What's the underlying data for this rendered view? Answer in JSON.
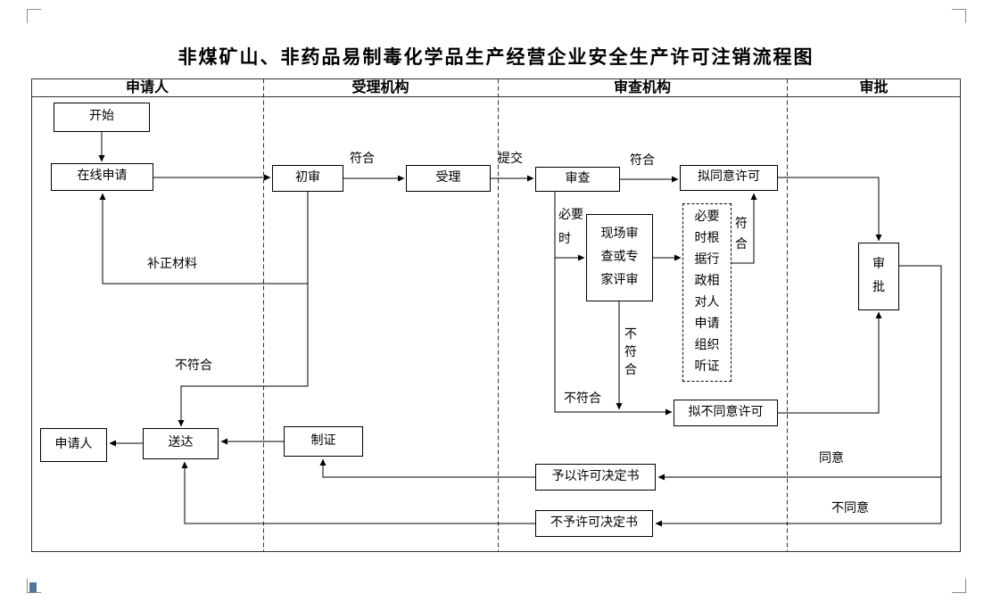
{
  "title": "非煤矿山、非药品易制毒化学品生产经营企业安全生产许可注销流程图",
  "lanes": [
    {
      "label": "申请人"
    },
    {
      "label": "受理机构"
    },
    {
      "label": "审查机构"
    },
    {
      "label": "审批"
    }
  ],
  "nodes": {
    "start": "开始",
    "online_application": "在线申请",
    "preliminary_review": "初审",
    "acceptance": "受理",
    "review": "审查",
    "onsite_or_expert_review": "现场审查或专家评审",
    "hearing_note": "必要时根据行政相对人申请组织听证",
    "propose_grant": "拟同意许可",
    "propose_deny": "拟不同意许可",
    "approval": "审批",
    "grant_decision": "予以许可决定书",
    "deny_decision": "不予许可决定书",
    "certificate_making": "制证",
    "delivery": "送达",
    "applicant": "申请人"
  },
  "edge_labels": {
    "conform_preliminary": "符合",
    "submit": "提交",
    "conform_review": "符合",
    "when_necessary": "必要时",
    "conform_hearing": "符合",
    "not_conform_onsite": "不符合",
    "not_conform_review": "不符合",
    "supplement_materials": "补正材料",
    "not_conform_preliminary": "不符合",
    "agree": "同意",
    "disagree": "不同意"
  }
}
